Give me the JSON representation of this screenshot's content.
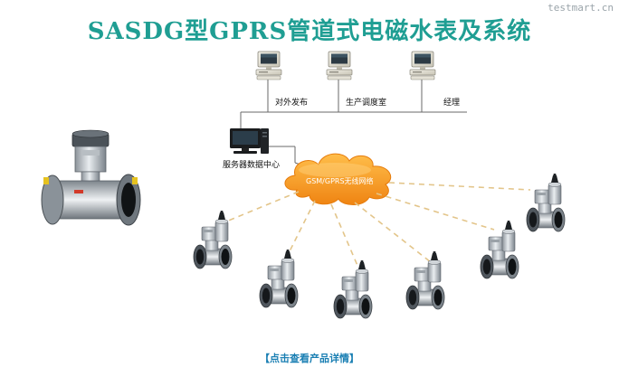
{
  "watermark": "testmart.cn",
  "title": "SASDG型GPRS管道式电磁水表及系统",
  "labels": {
    "dept1": "对外发布",
    "dept2": "生产调度室",
    "dept3": "经理",
    "server": "服务器数据中心",
    "network": "GSM/GPRS无线网络"
  },
  "link": "【点击查看产品详情】",
  "colors": {
    "title": "#1f9e93",
    "cloud": "#f39a1e",
    "link": "#1a7fb3"
  },
  "icons": [
    "desktop-computer-icon",
    "server-computer-icon",
    "cloud-icon",
    "water-meter-icon",
    "flow-meter-icon"
  ]
}
